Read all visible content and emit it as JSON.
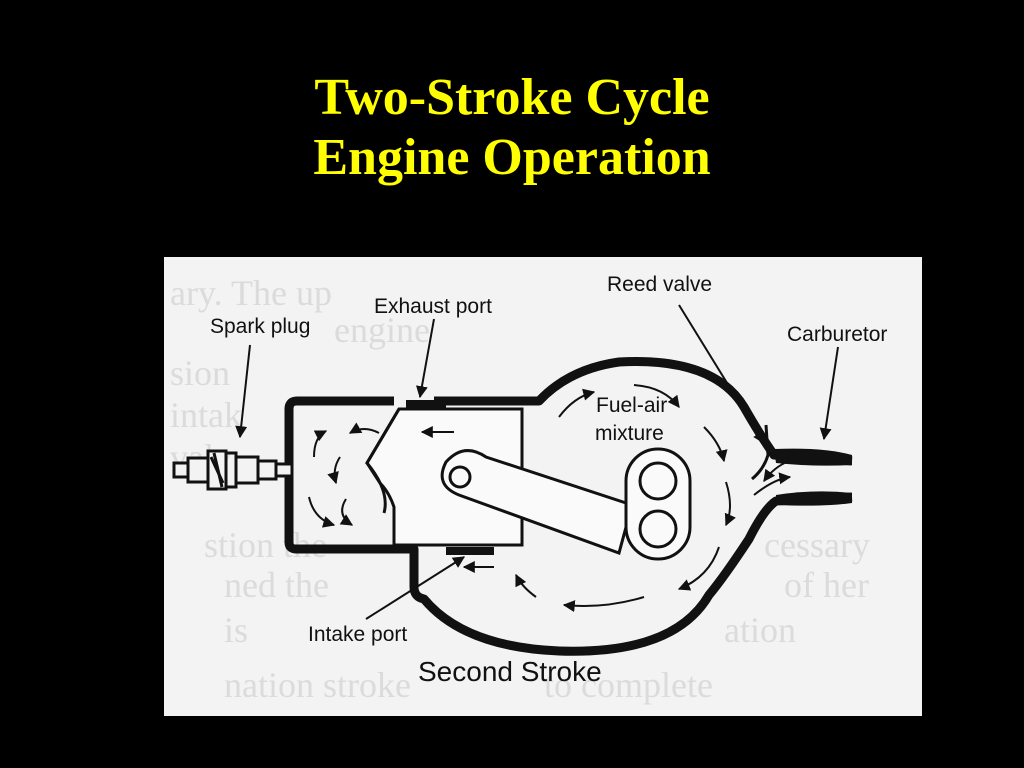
{
  "slide": {
    "title_line1": "Two-Stroke Cycle",
    "title_line2": "Engine Operation"
  },
  "diagram": {
    "labels": {
      "spark_plug": "Spark plug",
      "exhaust_port": "Exhaust port",
      "reed_valve": "Reed valve",
      "carburetor": "Carburetor",
      "fuel_air_line1": "Fuel-air",
      "fuel_air_line2": "mixture",
      "intake_port": "Intake port",
      "caption": "Second Stroke"
    }
  },
  "colors": {
    "background": "#000000",
    "title": "#ffff00",
    "figure_paper": "#f3f3f3",
    "ink": "#111111"
  }
}
